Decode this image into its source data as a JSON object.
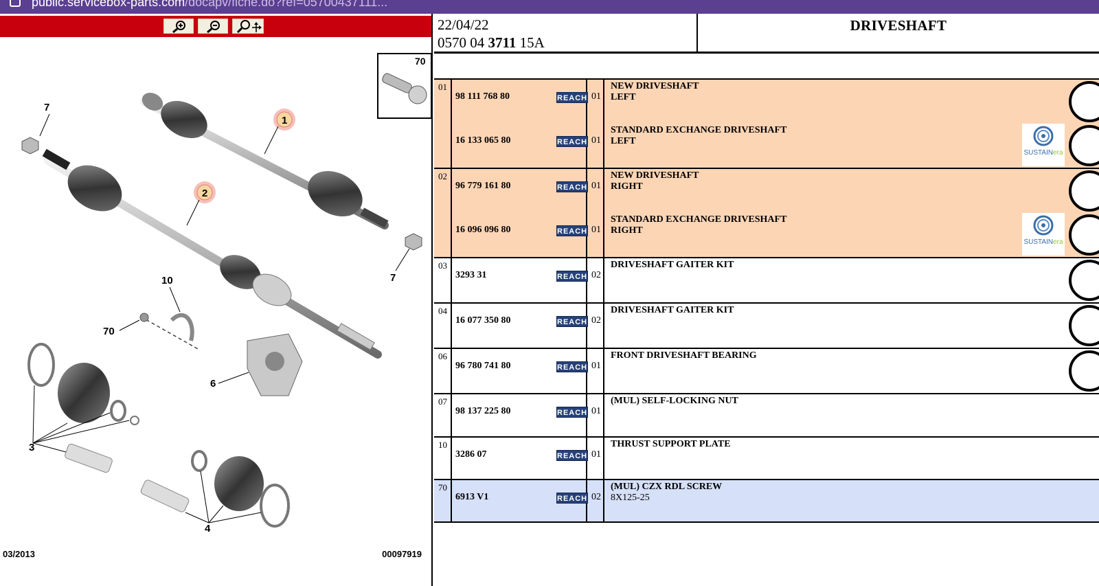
{
  "browser": {
    "url_host": "public.servicebox-parts.com",
    "url_path": "/docapv/fiche.do?ref=05700437111..."
  },
  "viewer": {
    "tools": [
      "zoom-in",
      "zoom-out",
      "pan"
    ],
    "date_code": "03/2013",
    "image_code": "00097919",
    "inset_label": "70",
    "callouts": [
      "1",
      "2",
      "7",
      "7",
      "10",
      "70",
      "6",
      "3",
      "4"
    ]
  },
  "header": {
    "date": "22/04/22",
    "ref_prefix": "0570 04",
    "ref_bold": "3711",
    "ref_suffix": "15A",
    "title": "DRIVESHAFT"
  },
  "parts": [
    {
      "fig": "01",
      "color": "orange",
      "items": [
        {
          "pn": "98 111 768 80",
          "badge": "REACH",
          "qty": "01",
          "desc1": "NEW DRIVESHAFT",
          "desc2": "LEFT",
          "sustain": false
        },
        {
          "pn": "16 133 065 80",
          "badge": "REACH",
          "qty": "01",
          "desc1": "STANDARD EXCHANGE DRIVESHAFT",
          "desc2": "LEFT",
          "sustain": true
        }
      ]
    },
    {
      "fig": "02",
      "color": "orange",
      "items": [
        {
          "pn": "96 779 161 80",
          "badge": "REACH",
          "qty": "01",
          "desc1": "NEW DRIVESHAFT",
          "desc2": "RIGHT",
          "sustain": false
        },
        {
          "pn": "16 096 096 80",
          "badge": "REACH",
          "qty": "01",
          "desc1": "STANDARD EXCHANGE DRIVESHAFT",
          "desc2": "RIGHT",
          "sustain": true
        }
      ]
    },
    {
      "fig": "03",
      "color": "white",
      "items": [
        {
          "pn": "3293 31",
          "badge": "REACH",
          "qty": "02",
          "desc1": "DRIVESHAFT GAITER KIT",
          "desc2": "",
          "sustain": false
        }
      ]
    },
    {
      "fig": "04",
      "color": "white",
      "items": [
        {
          "pn": "16 077 350 80",
          "badge": "REACH",
          "qty": "02",
          "desc1": "DRIVESHAFT GAITER KIT",
          "desc2": "",
          "sustain": false
        }
      ]
    },
    {
      "fig": "06",
      "color": "white",
      "items": [
        {
          "pn": "96 780 741 80",
          "badge": "REACH",
          "qty": "01",
          "desc1": "FRONT DRIVESHAFT BEARING",
          "desc2": "",
          "sustain": false
        }
      ]
    },
    {
      "fig": "07",
      "color": "white",
      "items": [
        {
          "pn": "98 137 225 80",
          "badge": "REACH",
          "qty": "01",
          "desc1": "(MUL) SELF-LOCKING NUT",
          "desc2": "",
          "sustain": false
        }
      ]
    },
    {
      "fig": "10",
      "color": "white",
      "items": [
        {
          "pn": "3286 07",
          "badge": "REACH",
          "qty": "01",
          "desc1": "THRUST SUPPORT PLATE",
          "desc2": "",
          "sustain": false
        }
      ]
    },
    {
      "fig": "70",
      "color": "blue",
      "items": [
        {
          "pn": "6913 V1",
          "badge": "REACH",
          "qty": "02",
          "desc1": "(MUL) CZX RDL SCREW",
          "desc2": "8X125-25",
          "sustain": false
        }
      ]
    }
  ],
  "sustain_logo": {
    "part1": "SUSTAIN",
    "part2": "era"
  }
}
